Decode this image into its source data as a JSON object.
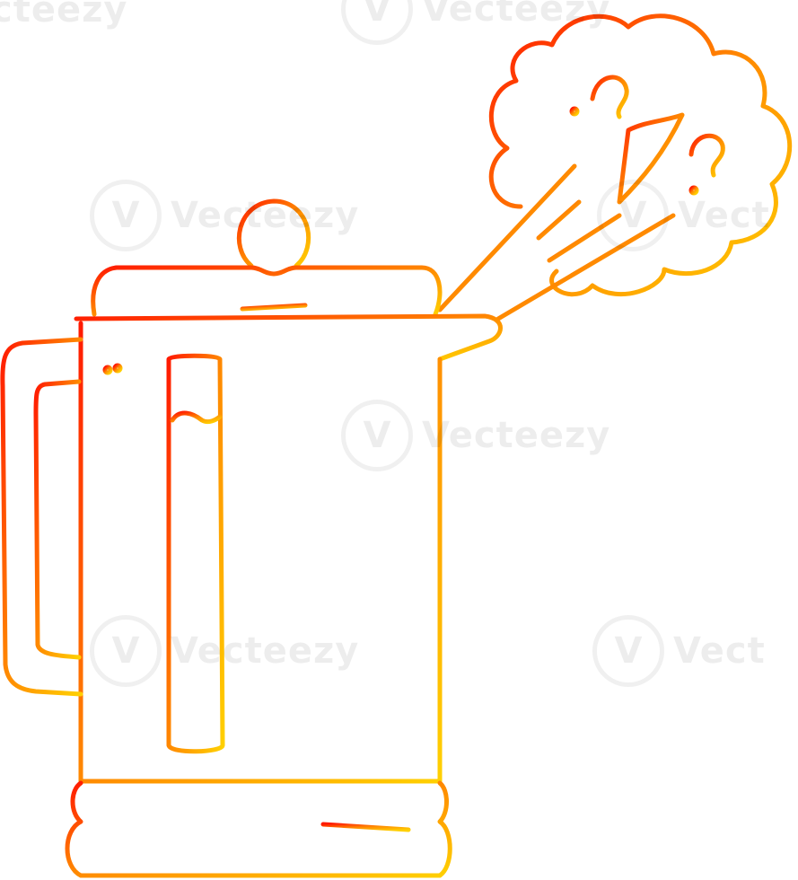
{
  "image": {
    "subject": "kettle",
    "style": "line-art",
    "colors": {
      "gradient_top": "#ff1a00",
      "gradient_mid": "#ff8a00",
      "gradient_bottom": "#ffd000",
      "background": "#ffffff"
    }
  },
  "watermark": {
    "text": "Vecteezy",
    "partial_top_left": "cteezy",
    "partial_top": "Vecteezy",
    "partial_right": "Vect",
    "mark_glyph": "V"
  }
}
